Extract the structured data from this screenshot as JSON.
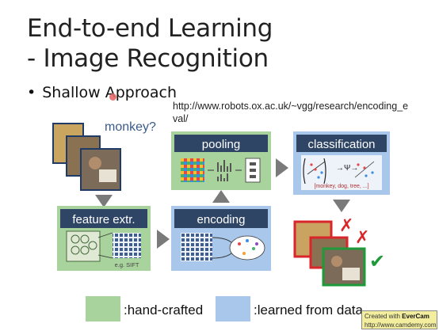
{
  "slide": {
    "title_line1": "End-to-end Learning",
    "title_line2": "- Image Recognition",
    "bullet": "Shallow Approach",
    "bullet_marker": "•",
    "url": "http://www.robots.ox.ac.uk/~vgg/research/encoding_eval/"
  },
  "diagram": {
    "input_label": "monkey?",
    "blocks": {
      "feature": "feature extr.",
      "feature_note": "e.g. SIFT",
      "encoding": "encoding",
      "pooling": "pooling",
      "classification": "classification",
      "class_list": "[monkey, dog, tree, ...]"
    },
    "results": {
      "wrong_mark": "✗",
      "right_mark": "✔"
    }
  },
  "legend": {
    "hand_crafted": ":hand-crafted",
    "learned": ":learned from data",
    "hand_crafted_color": "#a9d39c",
    "learned_color": "#a9c7ea"
  },
  "colors": {
    "header_dark": "#2f4566",
    "green_block": "#a9d39c",
    "blue_block": "#a9c7ea",
    "arrow_gray": "#7a7a7a",
    "monkey_label": "#3a5a8a",
    "red_mark": "#d9262a",
    "green_mark": "#1f9a3a"
  },
  "watermark": {
    "prefix": "Created with",
    "brand": "EverCam",
    "site": "http://www.camdemy.com"
  }
}
